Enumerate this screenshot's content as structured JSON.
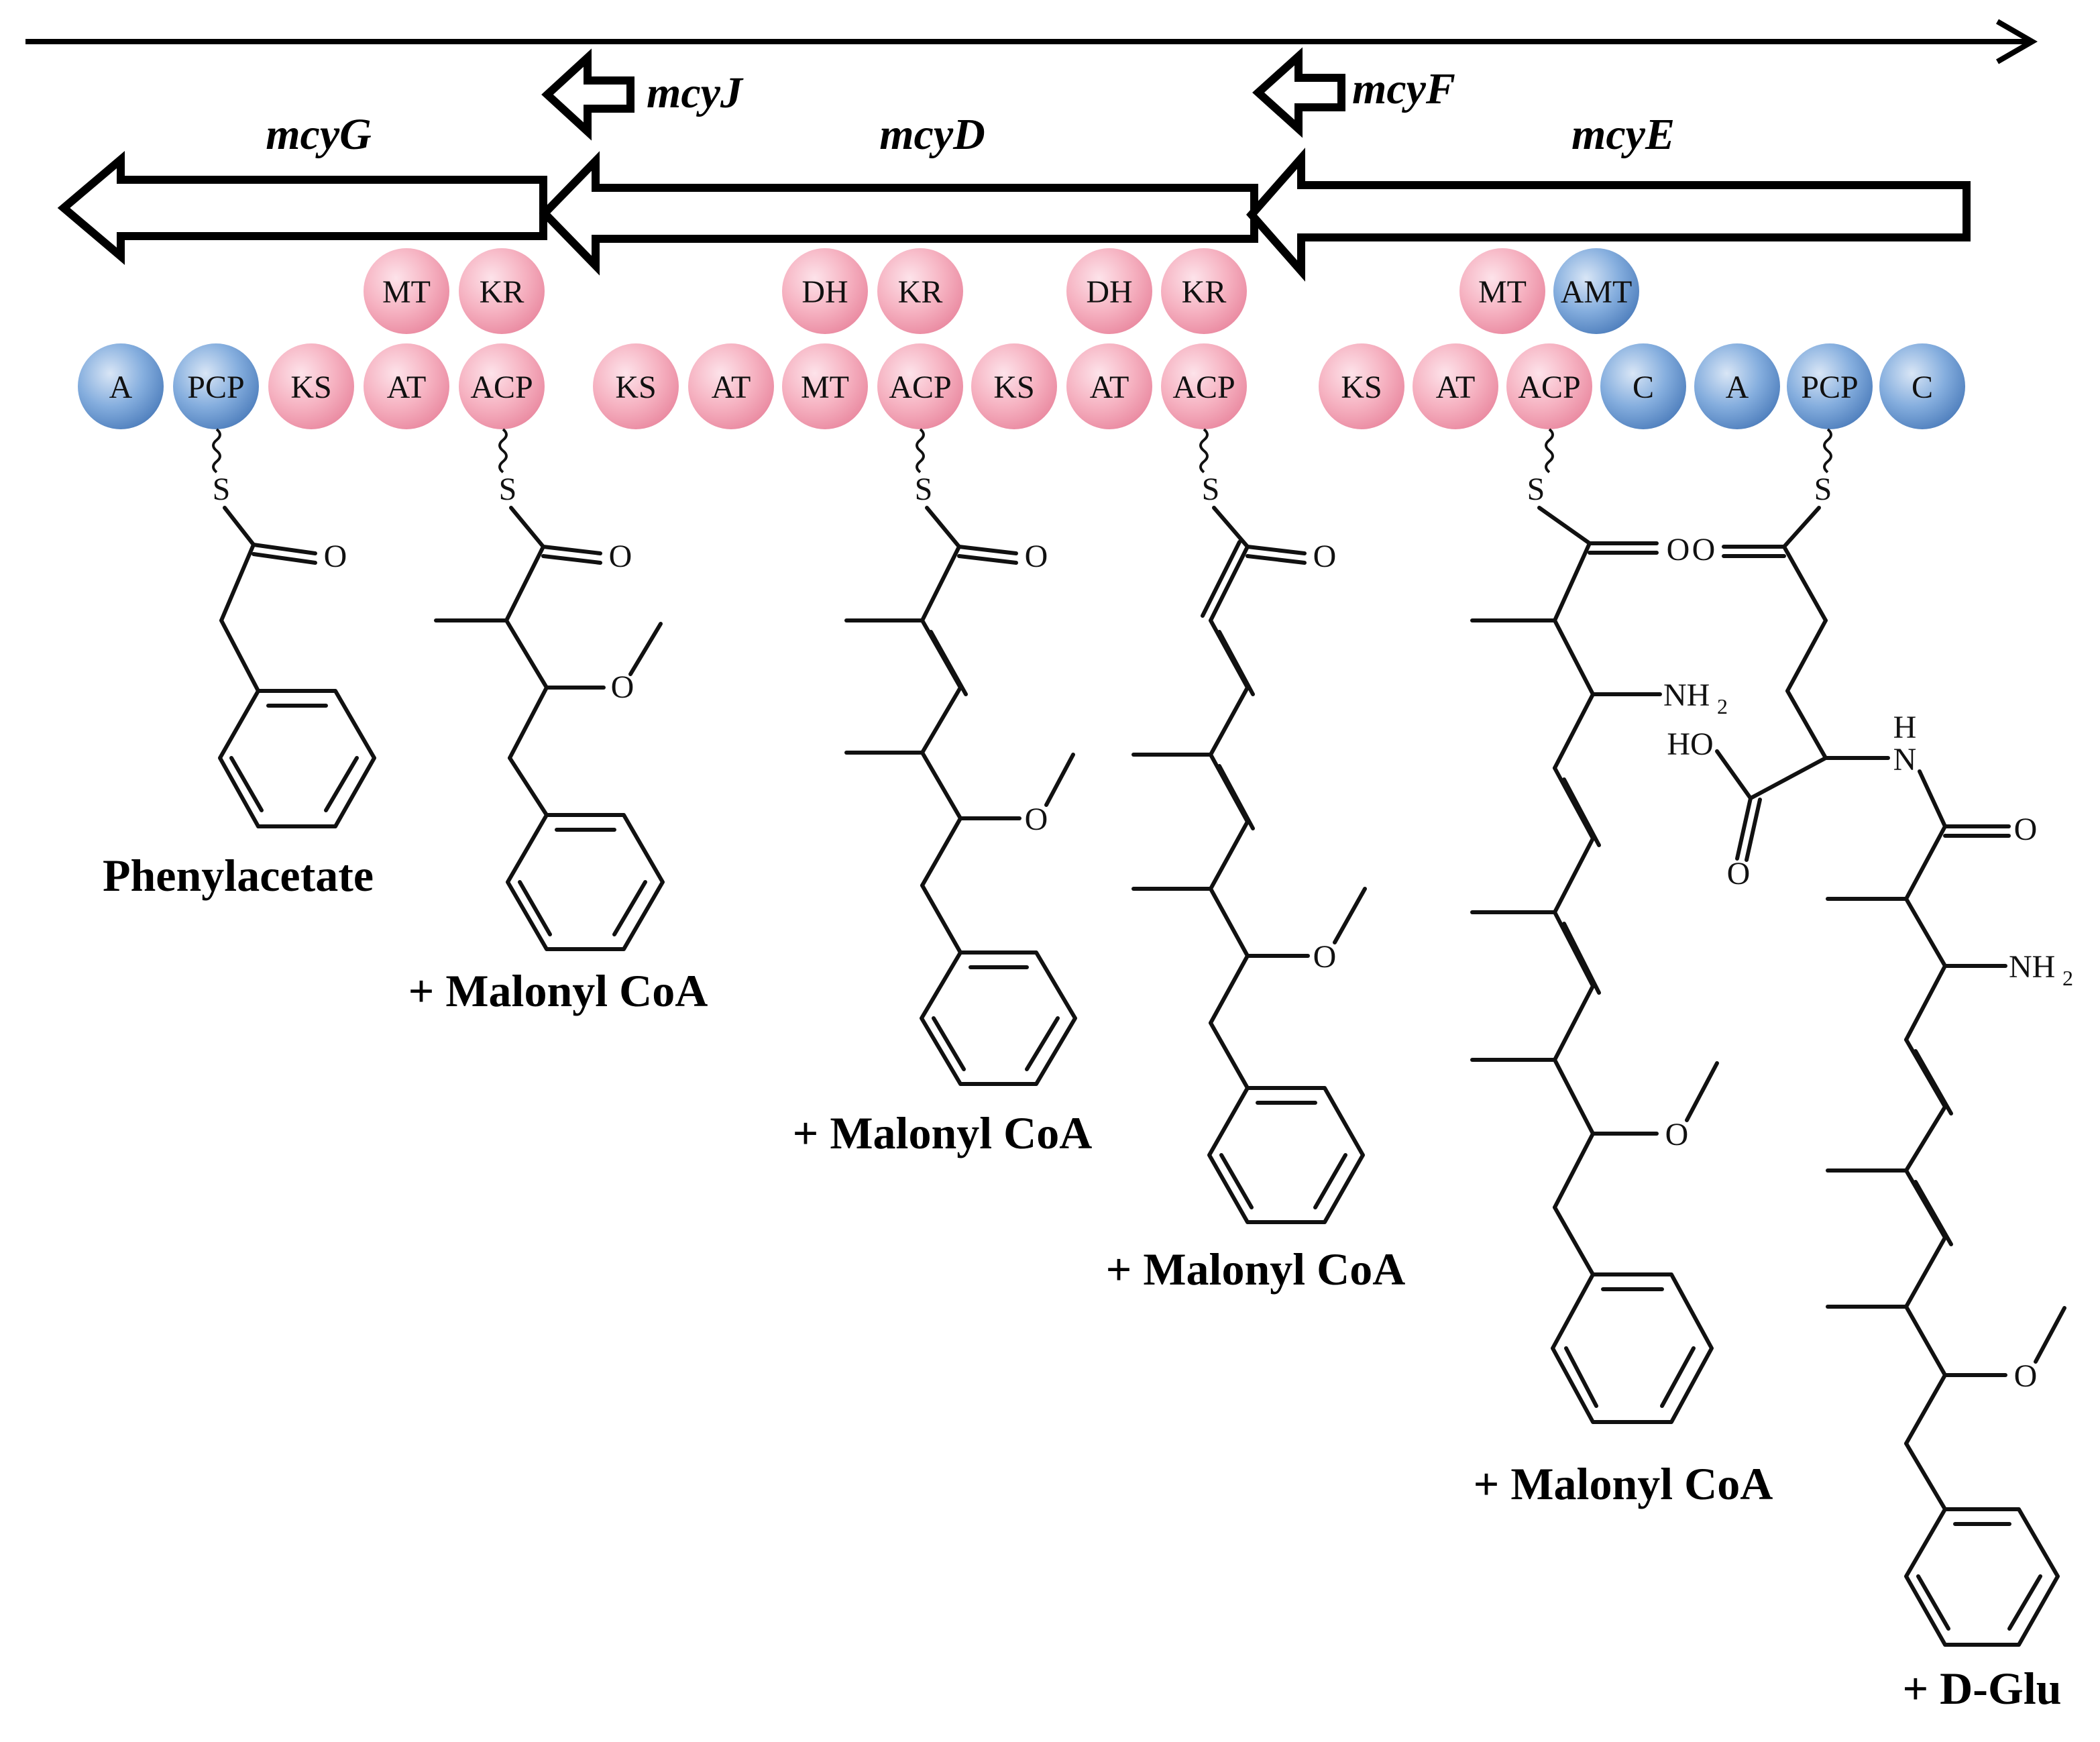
{
  "colors": {
    "pks_domain": "#f3a3b5",
    "nrps_domain": "#6f9bd1"
  },
  "genes": [
    {
      "id": "mcyG",
      "label": "mcyG"
    },
    {
      "id": "mcyJ",
      "label": "mcyJ"
    },
    {
      "id": "mcyD",
      "label": "mcyD"
    },
    {
      "id": "mcyF",
      "label": "mcyF"
    },
    {
      "id": "mcyE",
      "label": "mcyE"
    }
  ],
  "domains": [
    {
      "label": "A",
      "type": "nrps"
    },
    {
      "label": "PCP",
      "type": "nrps"
    },
    {
      "label": "KS",
      "type": "pks"
    },
    {
      "label": "AT",
      "type": "pks"
    },
    {
      "label": "ACP",
      "type": "pks"
    },
    {
      "label": "MT",
      "type": "pks"
    },
    {
      "label": "KR",
      "type": "pks"
    },
    {
      "label": "KS",
      "type": "pks"
    },
    {
      "label": "AT",
      "type": "pks"
    },
    {
      "label": "MT",
      "type": "pks"
    },
    {
      "label": "ACP",
      "type": "pks"
    },
    {
      "label": "DH",
      "type": "pks"
    },
    {
      "label": "KR",
      "type": "pks"
    },
    {
      "label": "KS",
      "type": "pks"
    },
    {
      "label": "AT",
      "type": "pks"
    },
    {
      "label": "ACP",
      "type": "pks"
    },
    {
      "label": "DH",
      "type": "pks"
    },
    {
      "label": "KR",
      "type": "pks"
    },
    {
      "label": "KS",
      "type": "pks"
    },
    {
      "label": "AT",
      "type": "pks"
    },
    {
      "label": "ACP",
      "type": "pks"
    },
    {
      "label": "MT",
      "type": "pks"
    },
    {
      "label": "AMT",
      "type": "nrps"
    },
    {
      "label": "C",
      "type": "nrps"
    },
    {
      "label": "A",
      "type": "nrps"
    },
    {
      "label": "PCP",
      "type": "nrps"
    },
    {
      "label": "C",
      "type": "nrps"
    }
  ],
  "atoms": {
    "sulfur": "S",
    "oxygen": "O",
    "hydroxyl": "HO",
    "amine": "NH",
    "amine_sub": "2",
    "nh_n": "N",
    "nh_h": "H"
  },
  "captions": [
    "Phenylacetate",
    "+ Malonyl CoA",
    "+ Malonyl CoA",
    "+ Malonyl CoA",
    "+ Malonyl CoA",
    "+ D-Glu"
  ]
}
